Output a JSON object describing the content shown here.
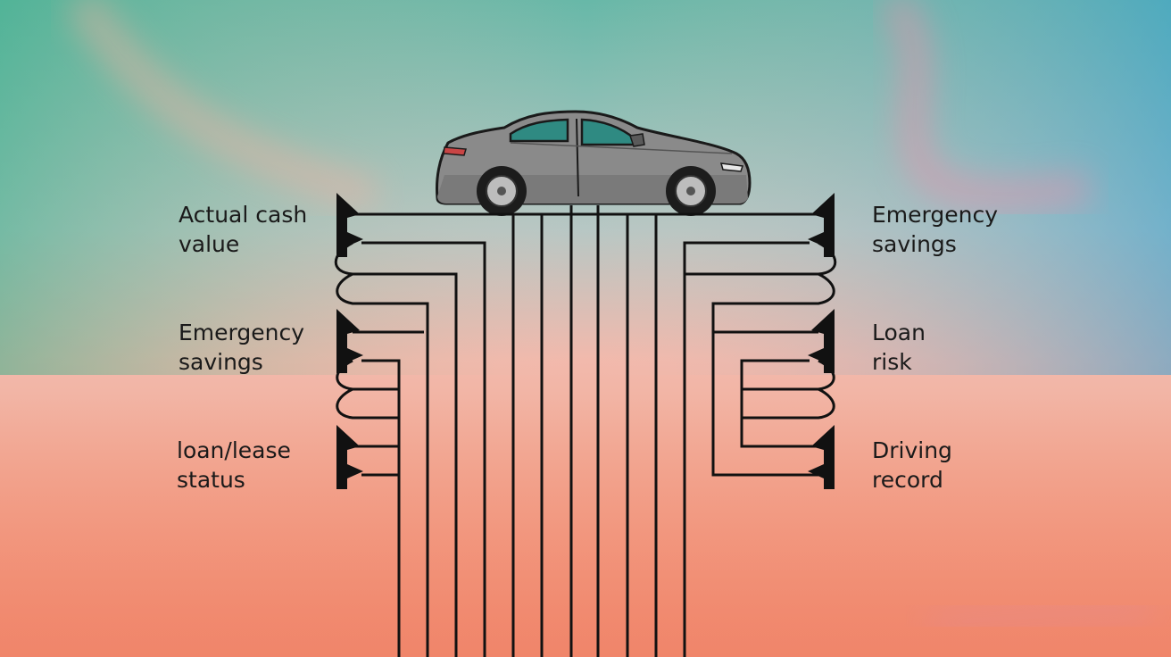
{
  "colors": {
    "sky_top_left": "#5bb89f",
    "sky_top_right": "#4fa8c9",
    "sky_mid": "#f3b4a4",
    "sky_bottom_left": "#f49a70",
    "sky_bottom_right": "#ef8a78",
    "wires": "#111111",
    "car_body": "#8a8a8a",
    "car_windows": "#2f8a82"
  },
  "icons": {
    "car": "car-icon",
    "connector": "clamp-connector-icon"
  },
  "labels": {
    "left": [
      {
        "line1": "Actual cash",
        "line2": "value"
      },
      {
        "line1": "Emergency",
        "line2": "savings"
      },
      {
        "line1": "loan/lease",
        "line2": "status"
      }
    ],
    "right": [
      {
        "line1": "Emergency",
        "line2": "savings"
      },
      {
        "line1": "Loan",
        "line2": "risk"
      },
      {
        "line1": "Driving",
        "line2": "record"
      }
    ]
  }
}
